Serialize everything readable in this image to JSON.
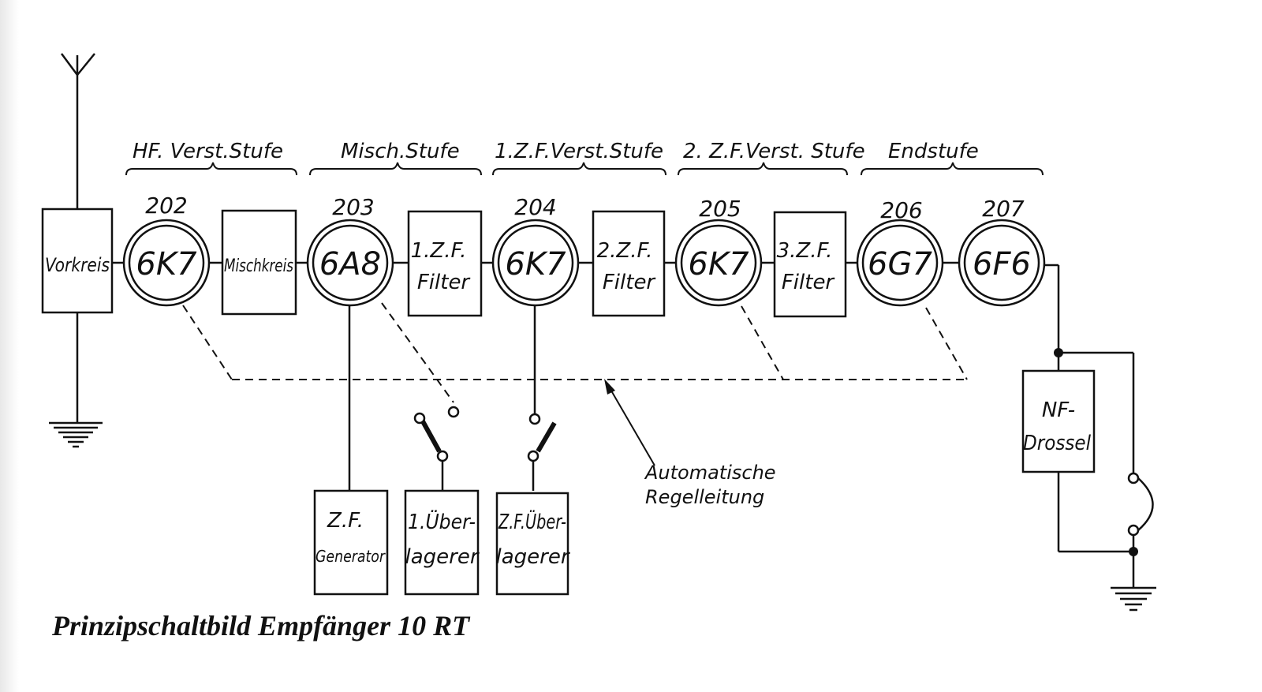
{
  "caption": "Prinzipschaltbild Empfänger 10 RT",
  "stages": [
    {
      "label": "HF. Verst.Stufe"
    },
    {
      "label": "Misch.Stufe"
    },
    {
      "label": "1.Z.F.Verst.Stufe"
    },
    {
      "label": "2. Z.F.Verst. Stufe"
    },
    {
      "label": "Endstufe"
    }
  ],
  "tubes": [
    {
      "number": "202",
      "type": "6K7"
    },
    {
      "number": "203",
      "type": "6A8"
    },
    {
      "number": "204",
      "type": "6K7"
    },
    {
      "number": "205",
      "type": "6K7"
    },
    {
      "number": "206",
      "type": "6G7"
    },
    {
      "number": "207",
      "type": "6F6"
    }
  ],
  "blocks": {
    "vorkreis": "Vorkreis",
    "mischkreis": "Mischkreis",
    "zf_filter_1": [
      "1.Z.F.",
      "Filter"
    ],
    "zf_filter_2": [
      "2.Z.F.",
      "Filter"
    ],
    "zf_filter_3": [
      "3.Z.F.",
      "Filter"
    ],
    "zf_generator": [
      "Z.F.",
      "Generator"
    ],
    "ueberlagerer_1": [
      "1.Über-",
      "lagerer"
    ],
    "zf_ueberlagerer": [
      "Z.F.Über-",
      "lagerer"
    ],
    "nf_drossel": [
      "NF-",
      "Drossel"
    ]
  },
  "annotation": [
    "Automatische",
    "Regelleitung"
  ]
}
